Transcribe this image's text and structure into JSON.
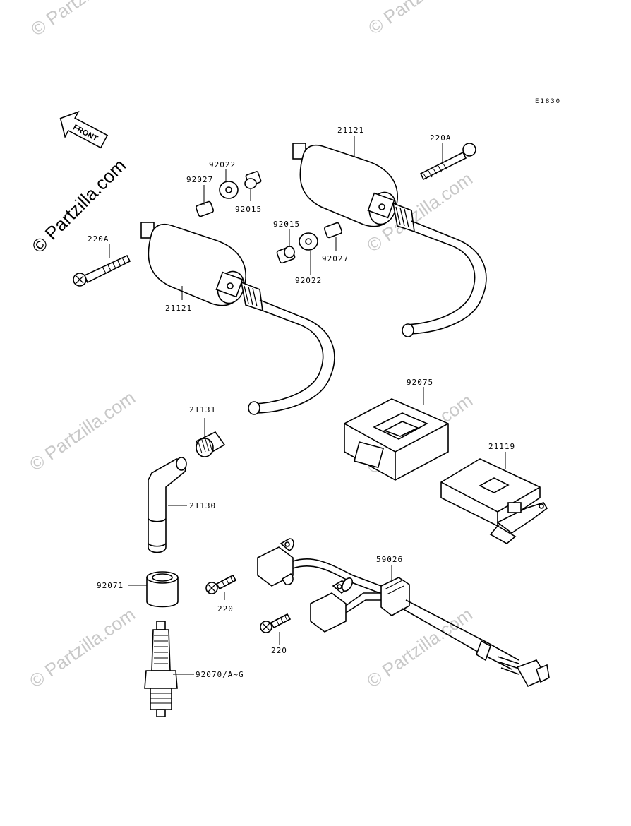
{
  "diagram": {
    "code": "E1830",
    "front_label": "FRONT",
    "watermark": "© Partzilla.com",
    "parts": {
      "coil_left": "21121",
      "coil_right": "21121",
      "bolt_left": "220A",
      "bolt_right": "220A",
      "washer_left": "92022",
      "collar_left": "92027",
      "bush_left": "92015",
      "bush_right": "92015",
      "washer_right": "92022",
      "collar_right": "92027",
      "cover": "92075",
      "igniter": "21119",
      "plug_cap_nut": "21131",
      "plug_cap": "21130",
      "seal": "92071",
      "spark_plug": "92070/A~G",
      "harness": "59026",
      "screw_upper": "220",
      "screw_lower": "220"
    }
  }
}
